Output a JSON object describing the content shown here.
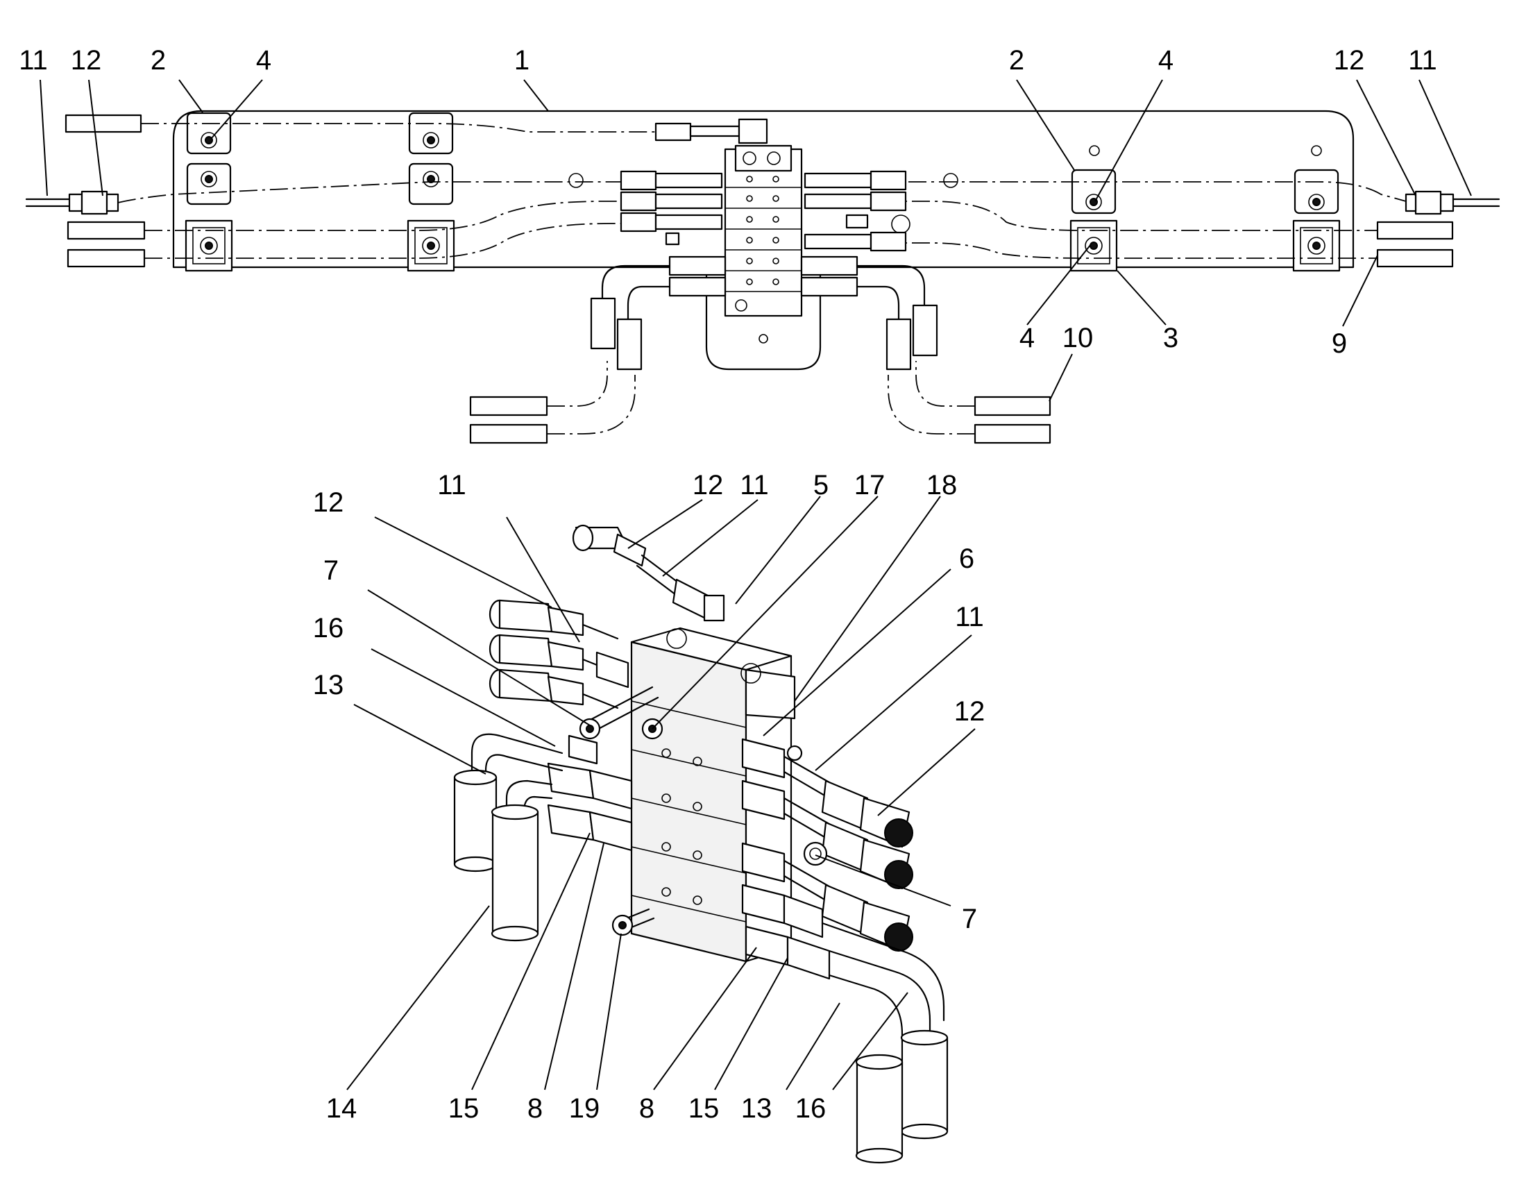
{
  "diagram": {
    "callouts": [
      {
        "label": "11"
      },
      {
        "label": "12"
      },
      {
        "label": "2"
      },
      {
        "label": "4"
      },
      {
        "label": "1"
      },
      {
        "label": "2"
      },
      {
        "label": "4"
      },
      {
        "label": "12"
      },
      {
        "label": "11"
      },
      {
        "label": "4"
      },
      {
        "label": "10"
      },
      {
        "label": "3"
      },
      {
        "label": "9"
      },
      {
        "label": "12"
      },
      {
        "label": "11"
      },
      {
        "label": "12"
      },
      {
        "label": "11"
      },
      {
        "label": "5"
      },
      {
        "label": "17"
      },
      {
        "label": "18"
      },
      {
        "label": "7"
      },
      {
        "label": "6"
      },
      {
        "label": "16"
      },
      {
        "label": "11"
      },
      {
        "label": "13"
      },
      {
        "label": "12"
      },
      {
        "label": "7"
      },
      {
        "label": "14"
      },
      {
        "label": "15"
      },
      {
        "label": "8"
      },
      {
        "label": "19"
      },
      {
        "label": "8"
      },
      {
        "label": "15"
      },
      {
        "label": "13"
      },
      {
        "label": "16"
      }
    ]
  }
}
